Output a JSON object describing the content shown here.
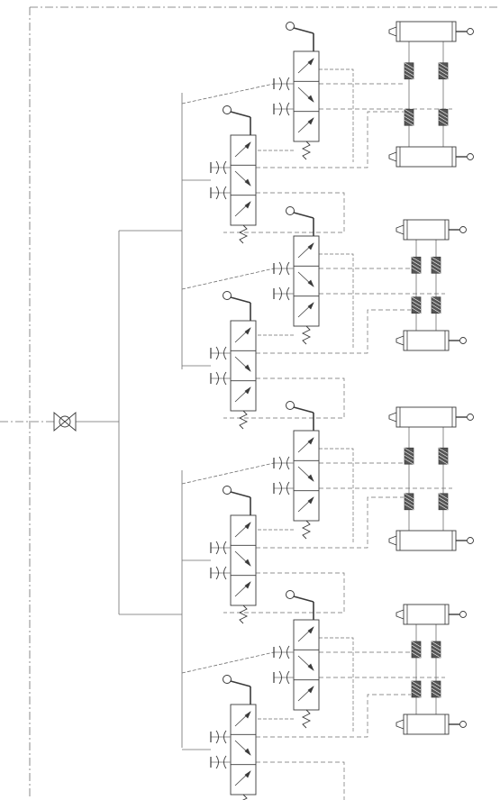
{
  "diagram": {
    "kind": "pneumatic-circuit",
    "line_color": "#3a3a3a",
    "thin_line_color": "#6e6e6e",
    "filter_fill": "#555555",
    "source": {
      "icon": "air-source-valve-icon"
    },
    "valve_groups": [
      {
        "name": "group-1",
        "valves": [
          {
            "name": "valve-1a",
            "icon": "lever-operated-directional-valve-icon"
          },
          {
            "name": "valve-1b",
            "icon": "lever-operated-directional-valve-icon"
          }
        ],
        "cylinders": [
          {
            "name": "cylinder-1a",
            "icon": "double-acting-cylinder-icon"
          },
          {
            "name": "cylinder-1b",
            "icon": "double-acting-cylinder-icon"
          }
        ]
      },
      {
        "name": "group-2",
        "valves": [
          {
            "name": "valve-2a",
            "icon": "lever-operated-directional-valve-icon"
          },
          {
            "name": "valve-2b",
            "icon": "lever-operated-directional-valve-icon"
          }
        ],
        "cylinders": [
          {
            "name": "cylinder-2a",
            "icon": "double-acting-cylinder-icon"
          },
          {
            "name": "cylinder-2b",
            "icon": "double-acting-cylinder-icon"
          }
        ]
      },
      {
        "name": "group-3",
        "valves": [
          {
            "name": "valve-3a",
            "icon": "lever-operated-directional-valve-icon"
          },
          {
            "name": "valve-3b",
            "icon": "lever-operated-directional-valve-icon"
          }
        ],
        "cylinders": [
          {
            "name": "cylinder-3a",
            "icon": "double-acting-cylinder-icon"
          },
          {
            "name": "cylinder-3b",
            "icon": "double-acting-cylinder-icon"
          }
        ]
      },
      {
        "name": "group-4",
        "valves": [
          {
            "name": "valve-4a",
            "icon": "lever-operated-directional-valve-icon"
          },
          {
            "name": "valve-4b",
            "icon": "lever-operated-directional-valve-icon"
          }
        ],
        "cylinders": [
          {
            "name": "cylinder-4a",
            "icon": "double-acting-cylinder-icon"
          },
          {
            "name": "cylinder-4b",
            "icon": "double-acting-cylinder-icon"
          }
        ]
      }
    ]
  }
}
